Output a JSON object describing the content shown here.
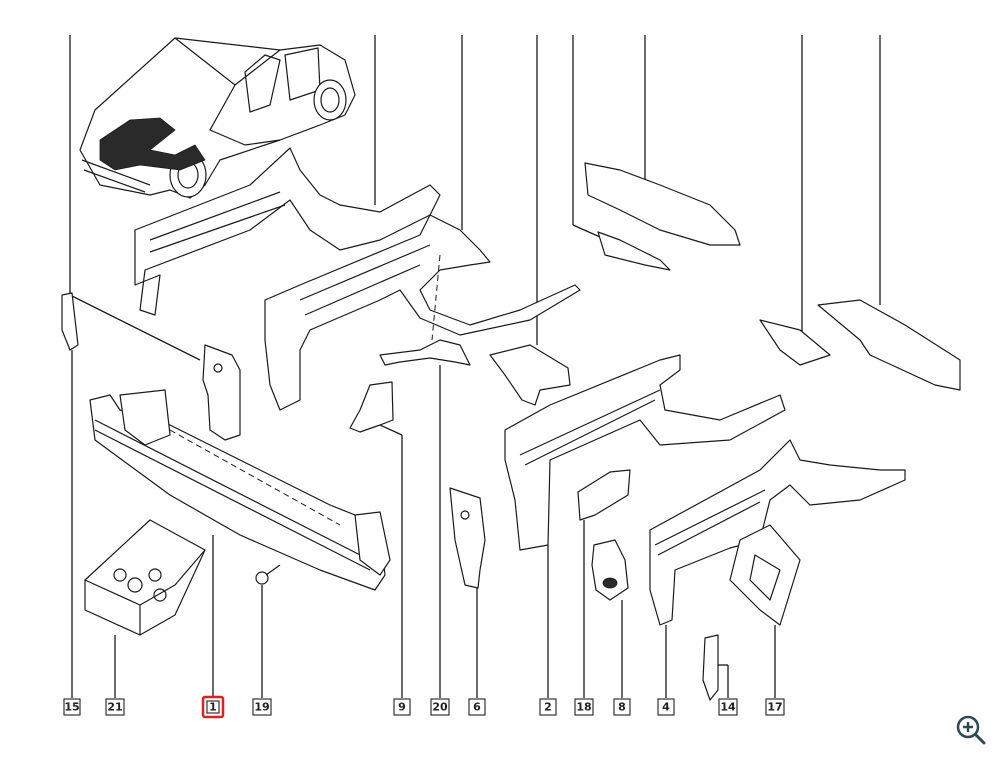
{
  "diagram": {
    "title": "Front structure exploded parts diagram",
    "highlight_color": "#e02020",
    "line_color": "#1a1a1a",
    "callouts": [
      {
        "id": "15",
        "label": "15",
        "highlighted": false
      },
      {
        "id": "21",
        "label": "21",
        "highlighted": false
      },
      {
        "id": "1",
        "label": "1",
        "highlighted": true
      },
      {
        "id": "19",
        "label": "19",
        "highlighted": false
      },
      {
        "id": "9",
        "label": "9",
        "highlighted": false
      },
      {
        "id": "20",
        "label": "20",
        "highlighted": false
      },
      {
        "id": "6",
        "label": "6",
        "highlighted": false
      },
      {
        "id": "2",
        "label": "2",
        "highlighted": false
      },
      {
        "id": "18",
        "label": "18",
        "highlighted": false
      },
      {
        "id": "8",
        "label": "8",
        "highlighted": false
      },
      {
        "id": "4",
        "label": "4",
        "highlighted": false
      },
      {
        "id": "14",
        "label": "14",
        "highlighted": false
      },
      {
        "id": "17",
        "label": "17",
        "highlighted": false
      }
    ]
  },
  "controls": {
    "zoom_icon": "zoom-in-icon",
    "zoom_color": "#2b4a55"
  }
}
